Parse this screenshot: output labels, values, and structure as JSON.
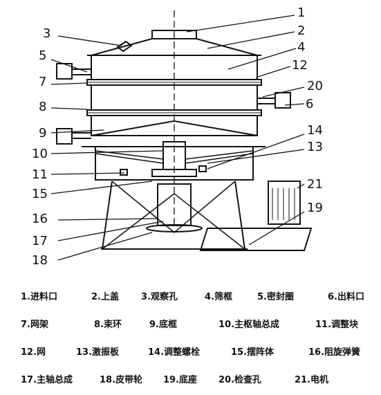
{
  "callouts": {
    "n1": "1",
    "n2": "2",
    "n3": "3",
    "n4": "4",
    "n5": "5",
    "n6": "6",
    "n7": "7",
    "n8": "8",
    "n9": "9",
    "n10": "10",
    "n11": "11",
    "n12": "12",
    "n13": "13",
    "n14": "14",
    "n15": "15",
    "n16": "16",
    "n17": "17",
    "n18": "18",
    "n19": "19",
    "n20": "20",
    "n21": "21"
  },
  "legend": {
    "rows": [
      [
        "1.进料口",
        "2.上盖",
        "3.观察孔",
        "4.筛框",
        "5.密封圈",
        "6.出料口"
      ],
      [
        "7.网架",
        "8.束环",
        "9.底框",
        "10.主枢轴总成",
        "11.调整块"
      ],
      [
        "12.网",
        "13.激振板",
        "14.调整螺栓",
        "15.摆阵体",
        "16.阻旋弹簧"
      ],
      [
        "17.主轴总成",
        "18.皮带轮",
        "19.底座",
        "20.检查孔",
        "21.电机"
      ]
    ]
  }
}
